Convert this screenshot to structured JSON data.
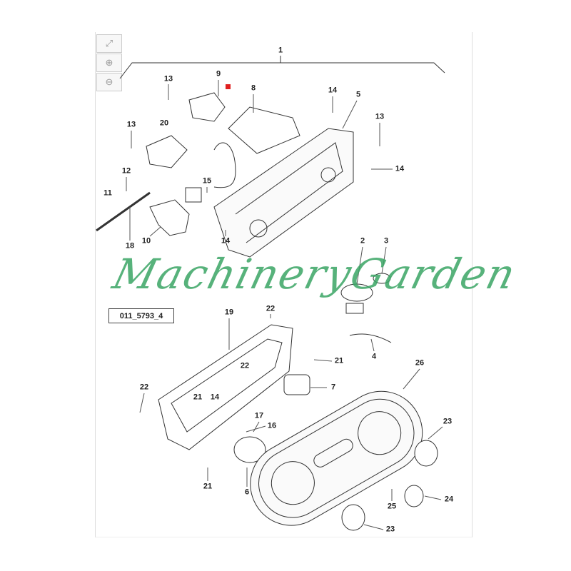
{
  "toolbar": {
    "fit_icon": "fit-screen-icon",
    "zoom_in_icon": "zoom-in-icon",
    "zoom_out_icon": "zoom-out-icon"
  },
  "diagram": {
    "part_id": "011_5793_4",
    "labels": [
      "1",
      "9",
      "13",
      "8",
      "14",
      "5",
      "13",
      "20",
      "13",
      "14",
      "12",
      "15",
      "11",
      "18",
      "10",
      "14",
      "2",
      "3",
      "22",
      "19",
      "21",
      "4",
      "26",
      "22",
      "7",
      "22",
      "21",
      "14",
      "17",
      "16",
      "23",
      "6",
      "21",
      "25",
      "24",
      "23"
    ]
  },
  "watermark": "MachineryGarden",
  "colors": {
    "watermark": "#3aa565",
    "marker": "#e02020"
  }
}
